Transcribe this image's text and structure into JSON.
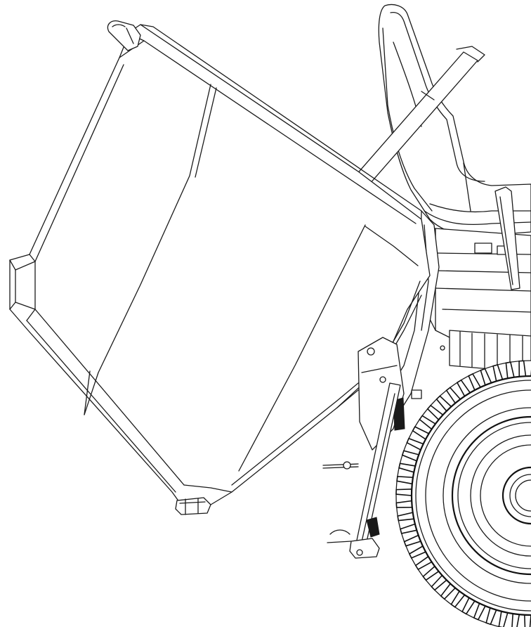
{
  "figure": {
    "colors": {
      "line": "#1a1a1a",
      "background": "#ffffff"
    },
    "parts": [
      {
        "id": "grass-collector-bag",
        "interactable": false
      },
      {
        "id": "tipping-handle-lever",
        "interactable": false
      },
      {
        "id": "operator-seat",
        "interactable": false
      },
      {
        "id": "rear-wheel",
        "interactable": false
      },
      {
        "id": "rear-frame-chassis",
        "interactable": false
      },
      {
        "id": "collector-hinge",
        "interactable": false
      },
      {
        "id": "side-pivot-arm",
        "interactable": false
      }
    ]
  }
}
